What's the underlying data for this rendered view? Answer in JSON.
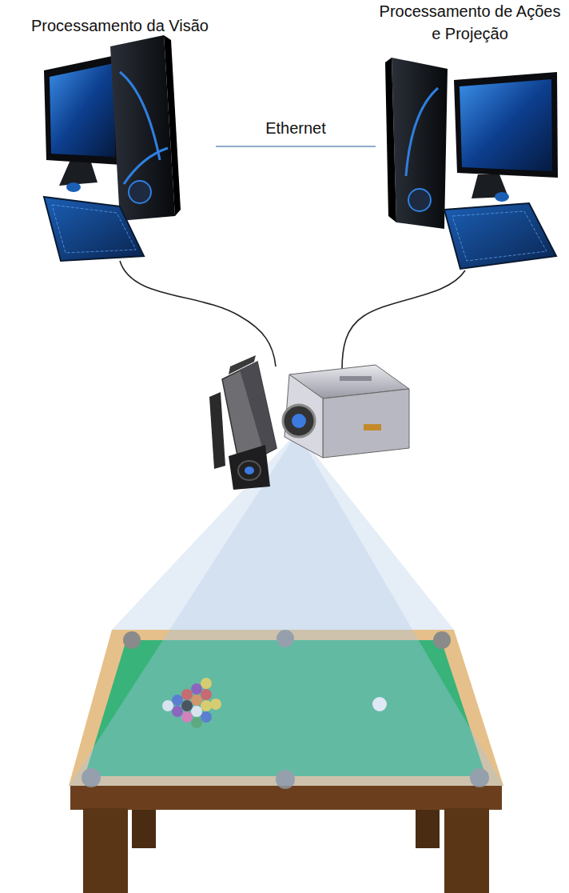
{
  "diagram": {
    "nodes": [
      {
        "text": [
          "Processamento da Visão"
        ]
      },
      {
        "text": [
          "Processamento de Ações e Projeção"
        ]
      }
    ],
    "edges": [
      {
        "from": 0,
        "to": 1,
        "arrow": "none",
        "label": "Ethernet"
      }
    ]
  }
}
